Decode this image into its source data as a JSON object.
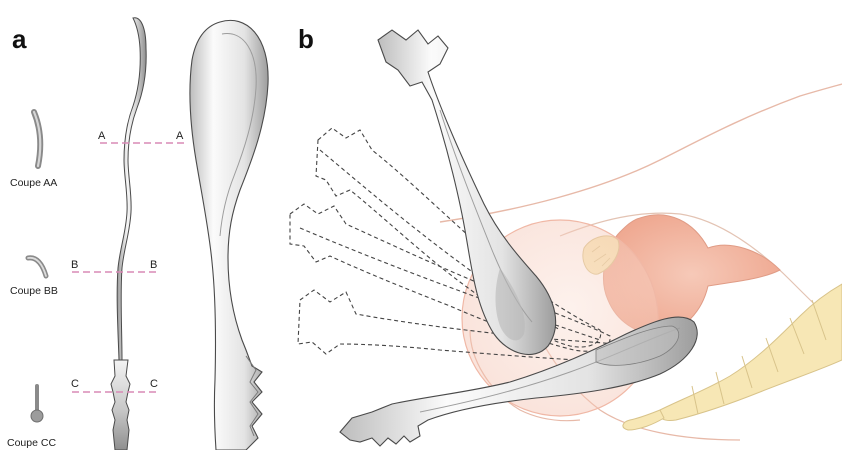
{
  "panels": [
    {
      "letter": "a"
    },
    {
      "letter": "b"
    }
  ],
  "sections": [
    {
      "marker": "A",
      "caption": "Coupe AA"
    },
    {
      "marker": "B",
      "caption": "Coupe BB"
    },
    {
      "marker": "C",
      "caption": "Coupe CC"
    }
  ],
  "colors": {
    "cut_line": "#d98ab5",
    "metal_light": "#f4f4f4",
    "metal_mid": "#c9c9c9",
    "metal_dark": "#8a8a8a",
    "outline": "#4a4a4a",
    "anatomy_outline": "#e7b9a8",
    "uterus_fill": "#f1b7a2",
    "bone_fill": "#f7e7b5",
    "bone_outline": "#d8c38a",
    "dashed_outline": "#444444"
  }
}
